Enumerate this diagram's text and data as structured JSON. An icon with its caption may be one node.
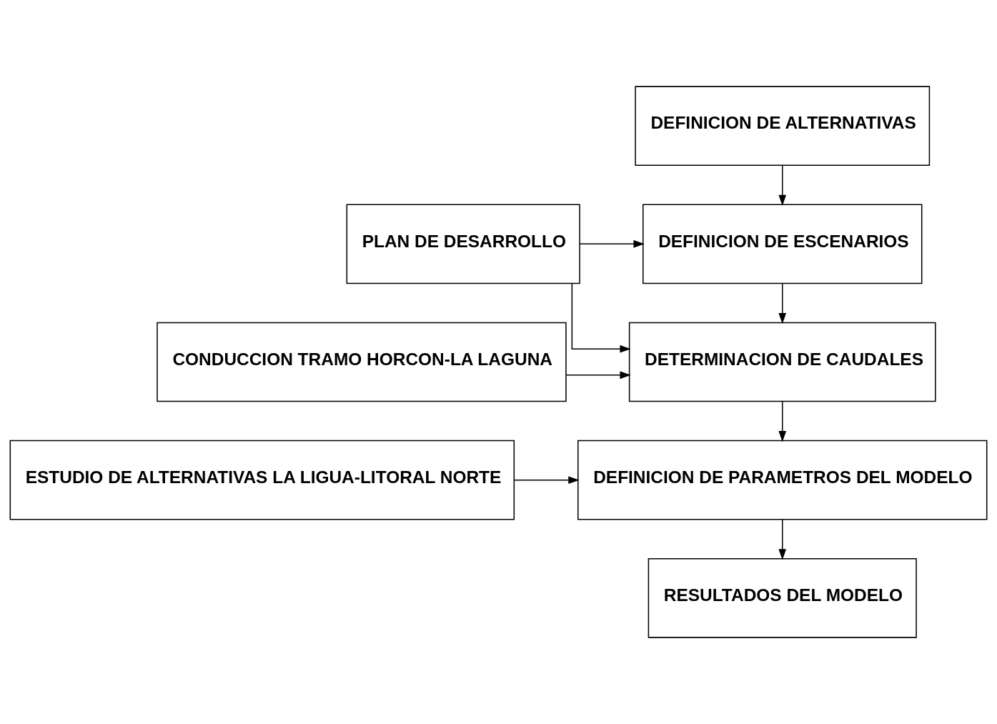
{
  "diagram": {
    "nodes": [
      {
        "text": [
          "DEFINICION DE ALTERNATIVAS"
        ]
      },
      {
        "text": [
          "DEFINICION DE ESCENARIOS"
        ]
      },
      {
        "text": [
          "PLAN DE DESARROLLO"
        ]
      },
      {
        "text": [
          "CONDUCCION TRAMO HORCON-LA LAGUNA"
        ]
      },
      {
        "text": [
          "DETERMINACION DE CAUDALES"
        ]
      },
      {
        "text": [
          "ESTUDIO DE ALTERNATIVAS LA LIGUA-LITORAL NORTE"
        ]
      },
      {
        "text": [
          "DEFINICION DE PARAMETROS DEL MODELO"
        ]
      },
      {
        "text": [
          "RESULTADOS DEL MODELO"
        ]
      }
    ],
    "edges": [
      {
        "from": 0,
        "to": 1,
        "arrow": "to"
      },
      {
        "from": 2,
        "to": 1,
        "arrow": "to"
      },
      {
        "from": 1,
        "to": 4,
        "arrow": "to"
      },
      {
        "from": 3,
        "to": 4,
        "arrow": "to"
      },
      {
        "from": 2,
        "to": 4,
        "arrow": "to"
      },
      {
        "from": 4,
        "to": 6,
        "arrow": "to"
      },
      {
        "from": 5,
        "to": 6,
        "arrow": "to"
      },
      {
        "from": 6,
        "to": 7,
        "arrow": "to"
      }
    ]
  }
}
